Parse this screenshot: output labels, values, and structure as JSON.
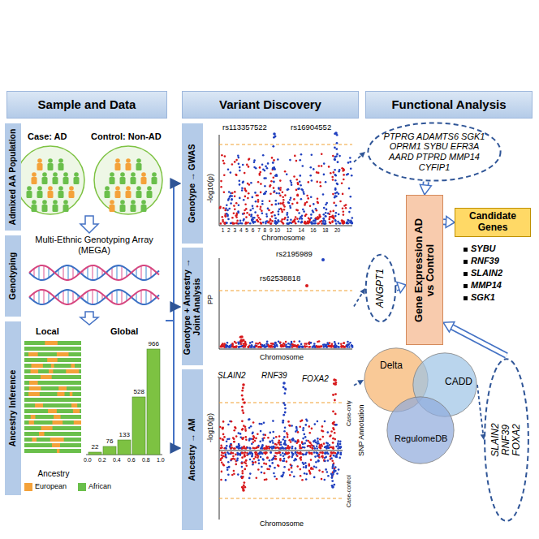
{
  "diagram": {
    "nodes": [
      {
        "text": [
          "Sample and Data"
        ]
      },
      {
        "text": [
          "Admixed AA Population"
        ]
      },
      {
        "text": [
          "Genotyping"
        ]
      },
      {
        "text": [
          "Ancestry Inference"
        ]
      },
      {
        "text": [
          "Variant Discovery"
        ]
      },
      {
        "text": [
          "Genotype → GWAS"
        ]
      },
      {
        "text": [
          "rs113357522",
          "rs16904552",
          "-log10(p)",
          "Chromosome"
        ]
      },
      {
        "text": [
          "Genotype + Ancestry → Joint Analysis"
        ]
      },
      {
        "text": [
          "rs2195989",
          "rs62538818",
          "PP",
          "Chromosome"
        ]
      },
      {
        "text": [
          "Ancestry → AM"
        ]
      },
      {
        "text": [
          "SLAIN2",
          "RNF39",
          "FOXA2",
          "-log10(p)",
          "Chromosome",
          "Case-only",
          "Case-control"
        ]
      },
      {
        "text": [
          "Functional Analysis"
        ]
      },
      {
        "text": [
          "PTPRG ADAMTS6 SGK1 OPRM1 SYBU EFR3A AARD PTPRD MMP14 CYFIP1"
        ]
      },
      {
        "text": [
          "ANGPT1"
        ]
      },
      {
        "text": [
          "Gene Expression AD vs Control"
        ]
      },
      {
        "text": [
          "Candidate Genes"
        ]
      },
      {
        "text": [
          "Delta"
        ]
      },
      {
        "text": [
          "CADD"
        ]
      },
      {
        "text": [
          "RegulomeDB"
        ]
      },
      {
        "text": [
          "SLAIN2 RNF39 FOXA2"
        ]
      }
    ],
    "edges": [
      {
        "from": 6,
        "to": 12,
        "arrow": "to"
      },
      {
        "from": 8,
        "to": 13,
        "arrow": "to"
      },
      {
        "from": 10,
        "to": 16,
        "arrow": "to"
      },
      {
        "from": 17,
        "to": 19,
        "arrow": "to"
      },
      {
        "from": 12,
        "to": 14,
        "arrow": "to"
      },
      {
        "from": 13,
        "to": 14,
        "arrow": "to"
      },
      {
        "from": 19,
        "to": 14,
        "arrow": "to"
      },
      {
        "from": 14,
        "to": 15,
        "arrow": "to"
      }
    ],
    "labels": [
      "Case: AD",
      "Control: Non-AD",
      "Multi-Ethnic Genotyping Array (MEGA)",
      "Local",
      "Global",
      "22",
      "76",
      "133",
      "528",
      "966",
      "0.0",
      "0.2",
      "0.4",
      "0.6",
      "0.8",
      "1.0",
      "Ancestry",
      "1",
      "2",
      "3",
      "4",
      "5",
      "6",
      "7",
      "8",
      "9",
      "10",
      "12",
      "14",
      "16",
      "18",
      "20",
      "SNP Annotation",
      "SYBU",
      "RNF39",
      "SLAIN2",
      "MMP14",
      "SGK1"
    ],
    "legend": [
      {
        "text": "European",
        "color": "#f4a23a"
      },
      {
        "text": "African",
        "color": "#6abf4b"
      }
    ]
  }
}
